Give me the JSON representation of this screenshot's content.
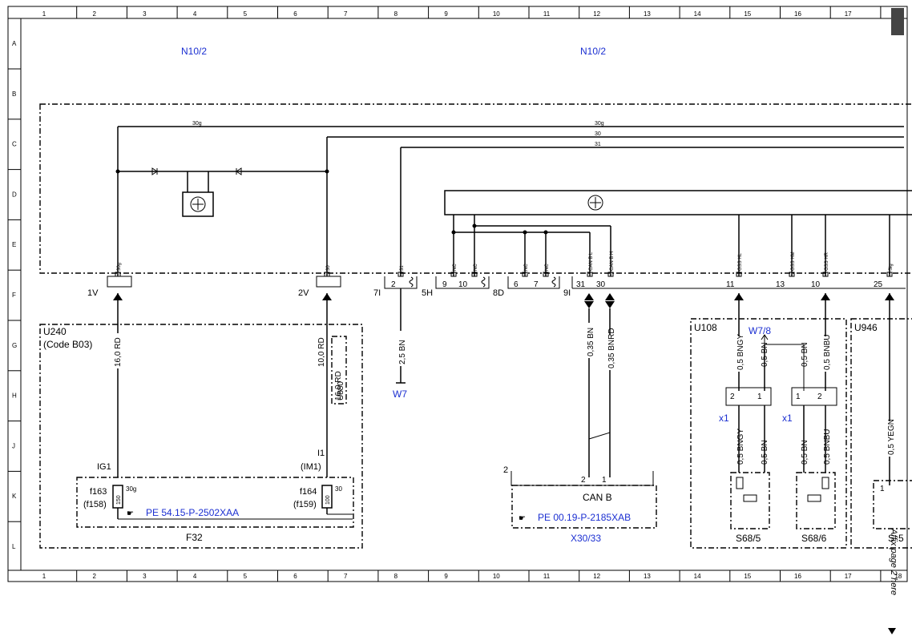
{
  "grid": {
    "columns": [
      "1",
      "2",
      "3",
      "4",
      "5",
      "6",
      "7",
      "8",
      "9",
      "10",
      "11",
      "12",
      "13",
      "14",
      "15",
      "16",
      "17",
      "18"
    ],
    "rows": [
      "A",
      "B",
      "C",
      "D",
      "E",
      "F",
      "G",
      "H",
      "J",
      "K",
      "L"
    ]
  },
  "titles": [
    "N10/2",
    "N10/2"
  ],
  "buses": [
    {
      "name": "30g"
    },
    {
      "name": "30g"
    },
    {
      "name": "30"
    },
    {
      "name": "31"
    }
  ],
  "vertical_labels": [
    "30g",
    "30",
    "31",
    "NC",
    "NC",
    "NC",
    "NC",
    "CAN B L",
    "CAN B H",
    "GSS HL",
    "GSS HM",
    "GSS HR",
    "Sig"
  ],
  "connectors": [
    "1V",
    "2V",
    "7I",
    "5H",
    "8D",
    "9I"
  ],
  "pins": [
    "2",
    "9",
    "10",
    "6",
    "7",
    "31",
    "30",
    "11",
    "13",
    "10",
    "25"
  ],
  "wires": [
    "16,0 RD",
    "10,0 RD",
    "16,0 RD",
    "2,5 BN",
    "0,35 BN",
    "0,35 BNRD",
    "0,5 BNGY",
    "0,5 BN",
    "0,5 BN",
    "0,5 BNBU",
    "0,5 BNGY",
    "0,5 BN",
    "0,5 BN",
    "0,5 BNBU",
    "0,5 YEGN"
  ],
  "u240": {
    "title": "U240",
    "subtitle": "(Code B03)",
    "ig1": "IG1",
    "i1": "I1",
    "im1": "(IM1)",
    "f163": "f163",
    "f158": "(f158)",
    "f164": "f164",
    "f159": "(f159)",
    "r150": "150",
    "r100": "100",
    "l30g": "30g",
    "l30": "30",
    "ref": "PE 54.15-P-2502XAA",
    "name": "F32",
    "u880": "U880"
  },
  "w7": "W7",
  "canb": {
    "pin2": "2",
    "pin2b": "2",
    "pin1": "1",
    "title": "CAN B",
    "ref": "PE 00.19-P-2185XAB",
    "name": "X30/33"
  },
  "u108": {
    "title": "U108",
    "w78": "W7/8",
    "x1a": "x1",
    "x1b": "x1",
    "p2": "2",
    "p1": "1",
    "p1b": "1",
    "p2b": "2",
    "s685": "S68/5",
    "s686": "S68/6"
  },
  "u946": {
    "title": "U946",
    "pin1": "1",
    "s": "S",
    "cut": "5"
  },
  "margin_note": "Affix page 2 here"
}
